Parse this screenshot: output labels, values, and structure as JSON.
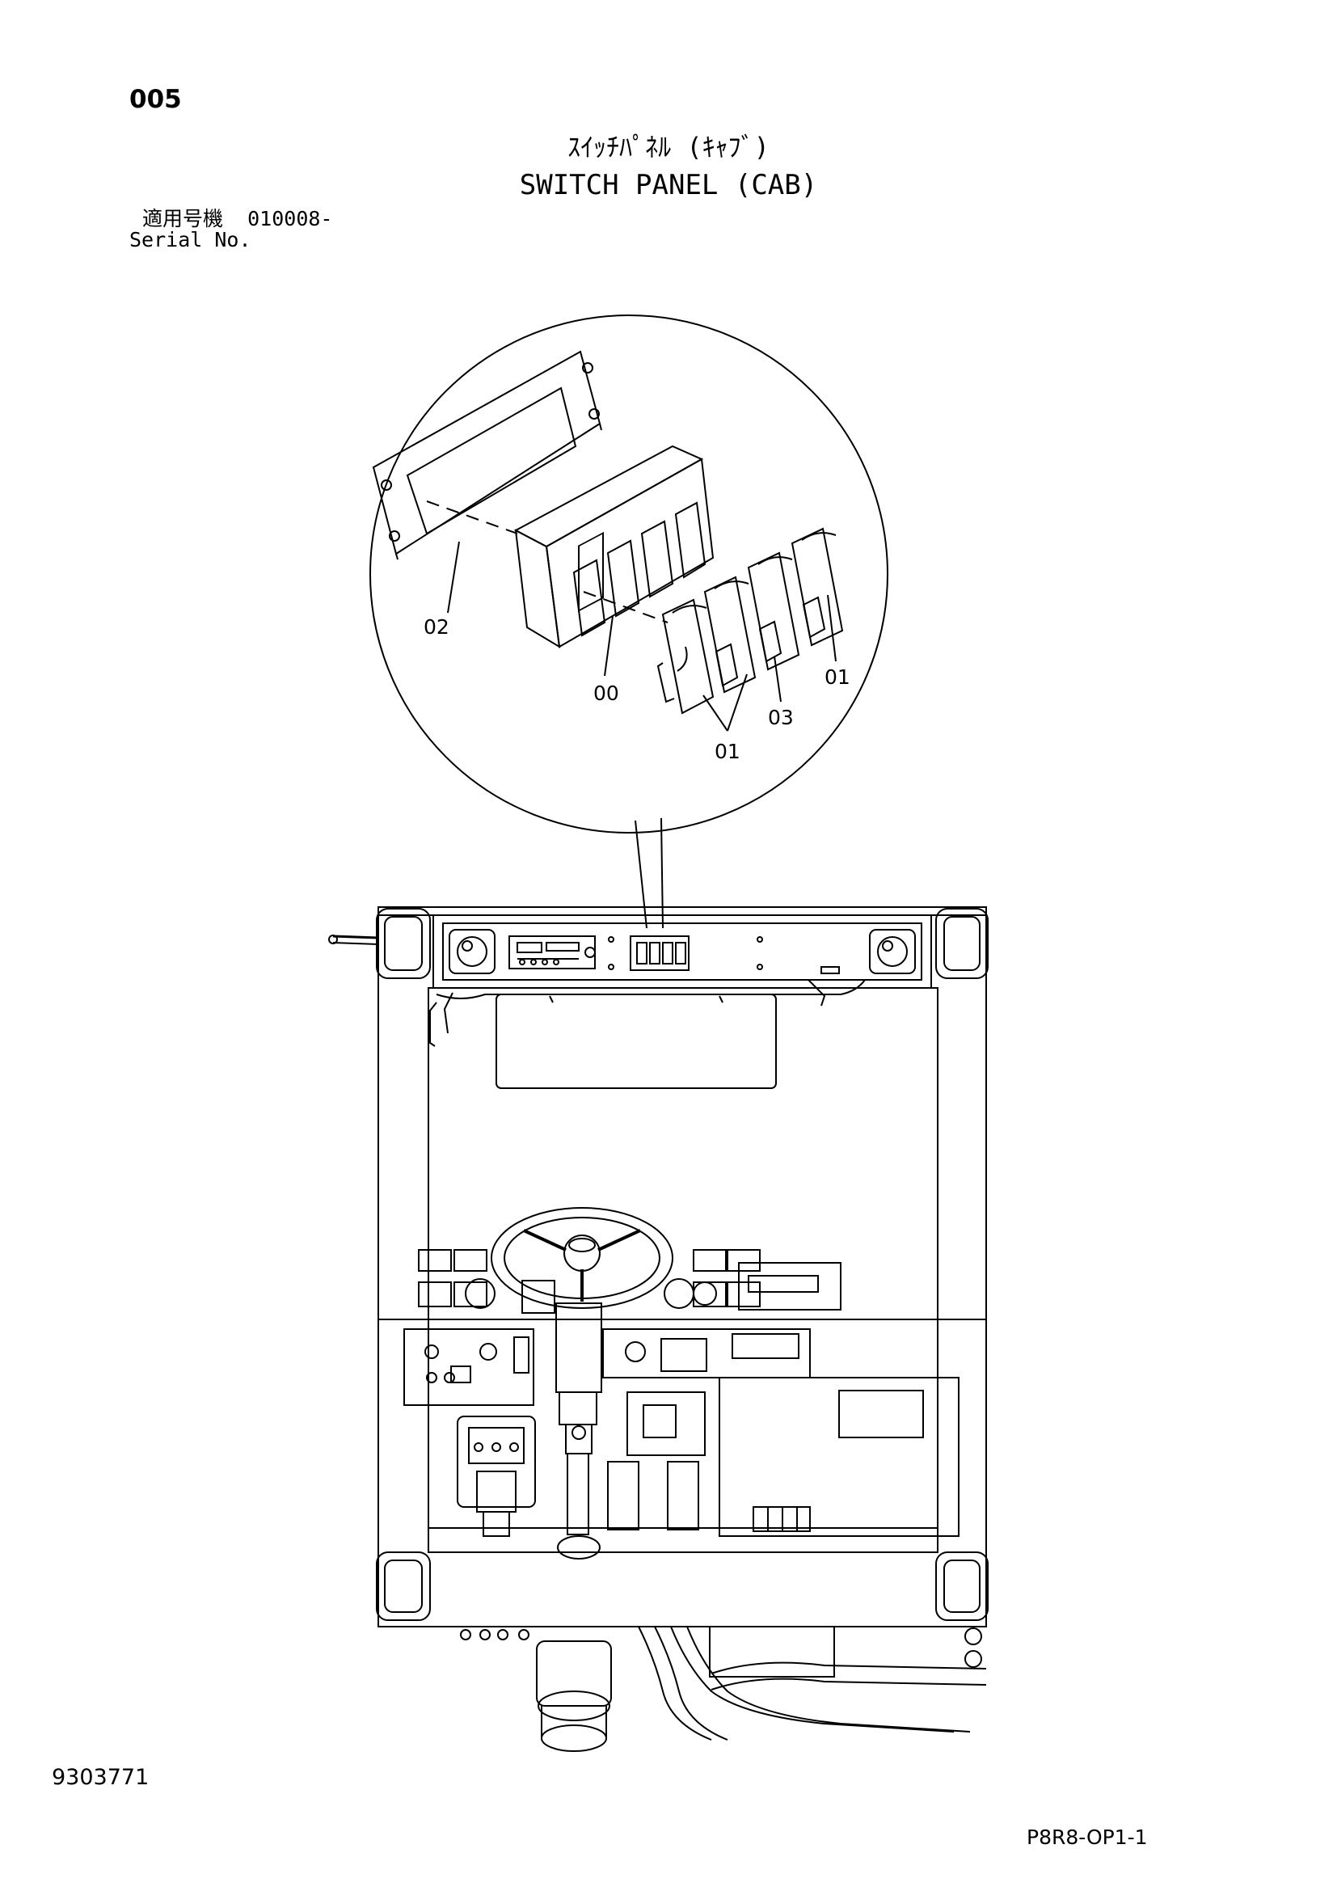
{
  "header": {
    "page_number": "005",
    "title_jp": "ｽｲｯﾁﾊﾟﾈﾙ (ｷｬﾌﾞ)",
    "title_en": "SWITCH PANEL (CAB)",
    "serial_label_jp": "適用号機",
    "serial_value": "010008-",
    "serial_label_en": "Serial No."
  },
  "callouts": [
    "02",
    "00",
    "01",
    "03",
    "01"
  ],
  "footer": {
    "doc_number": "9303771",
    "page_code": "P8R8-OP1-1"
  }
}
